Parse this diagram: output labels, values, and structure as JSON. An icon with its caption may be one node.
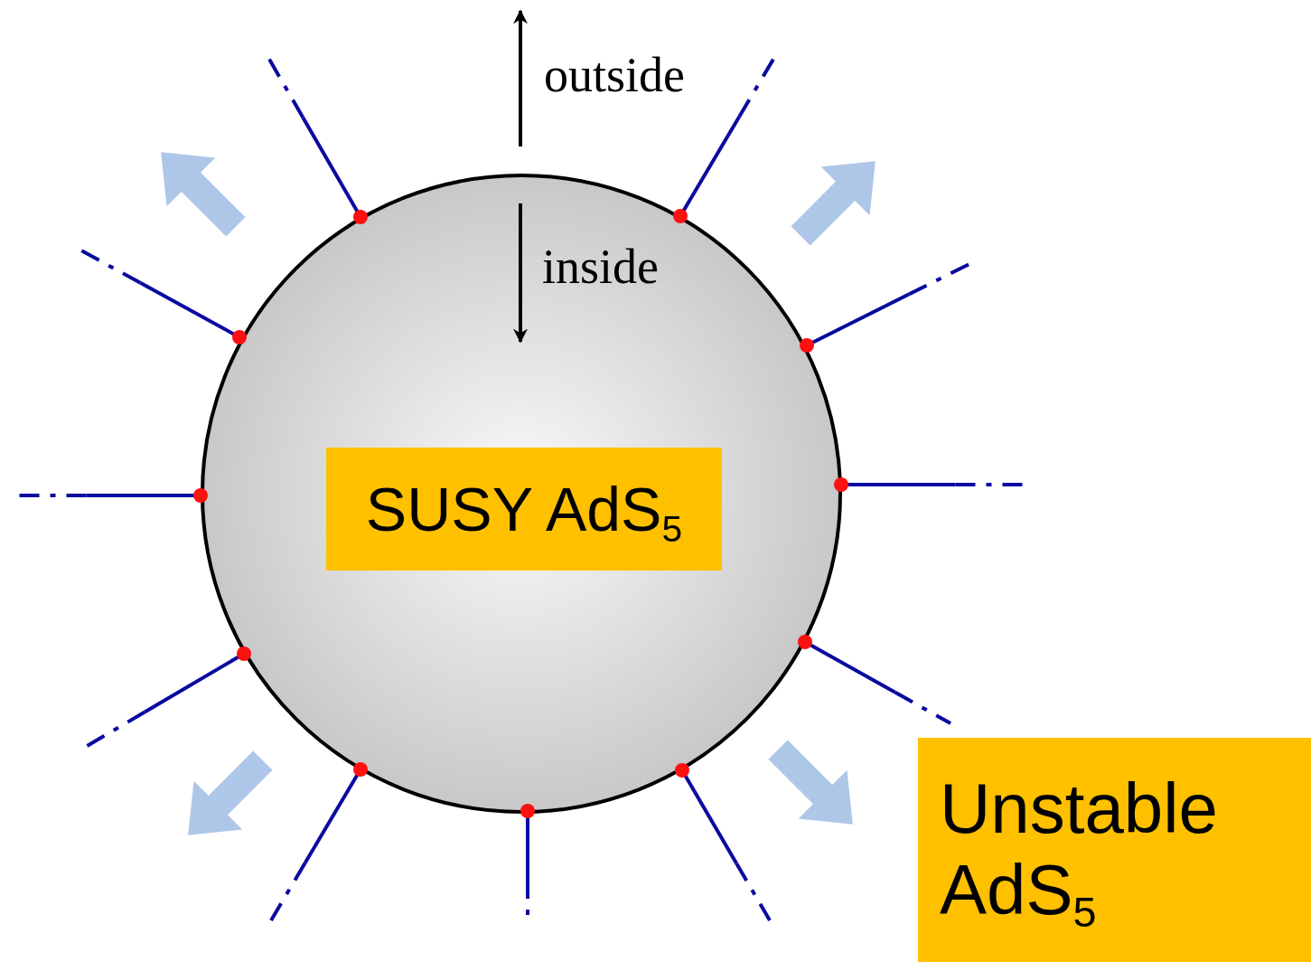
{
  "diagram": {
    "nodes": [
      {
        "text": [],
        "shape": "circle"
      },
      {
        "text": [
          "SUSY AdS$_{5}$"
        ],
        "in": 0
      },
      {
        "text": [
          "Unstable AdS$_{5}$"
        ]
      }
    ],
    "labels": [
      "outside",
      "inside"
    ]
  }
}
